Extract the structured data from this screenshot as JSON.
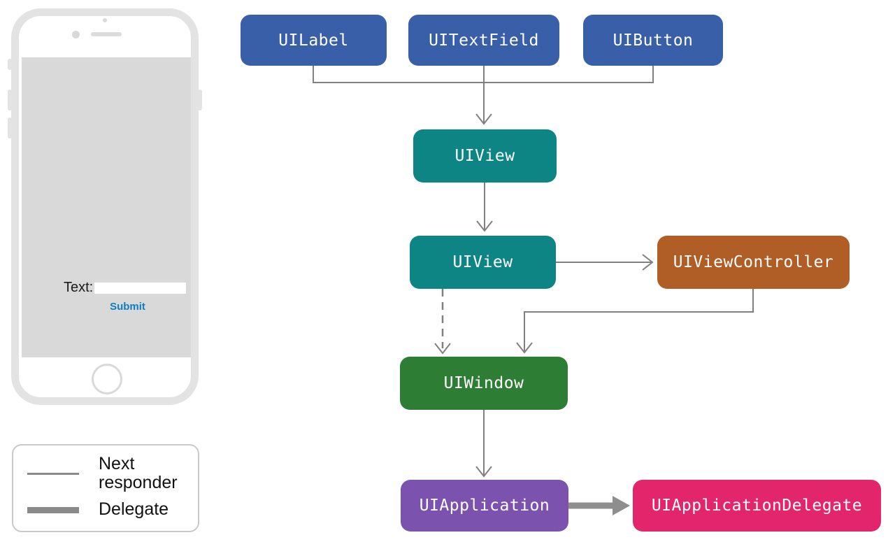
{
  "colors": {
    "arrow": "#808080",
    "delegate_arrow": "#8e8e8e",
    "submit_blue": "#0f7dc2"
  },
  "nodes": {
    "uilabel": {
      "label": "UILabel",
      "color": "#3a5fa9"
    },
    "uitextfield": {
      "label": "UITextField",
      "color": "#3a5fa9"
    },
    "uibutton": {
      "label": "UIButton",
      "color": "#3a5fa9"
    },
    "uiview1": {
      "label": "UIView",
      "color": "#0e8585"
    },
    "uiview2": {
      "label": "UIView",
      "color": "#0e8585"
    },
    "uiviewcontroller": {
      "label": "UIViewController",
      "color": "#b05d26"
    },
    "uiwindow": {
      "label": "UIWindow",
      "color": "#2e7d35"
    },
    "uiapplication": {
      "label": "UIApplication",
      "color": "#7b52ae"
    },
    "uiapplicationdelegate": {
      "label": "UIApplicationDelegate",
      "color": "#e3256b"
    }
  },
  "phone": {
    "text_label": "Text:",
    "input_value": "",
    "submit_label": "Submit"
  },
  "legend": {
    "next_responder_label": "Next responder",
    "delegate_label": "Delegate"
  }
}
